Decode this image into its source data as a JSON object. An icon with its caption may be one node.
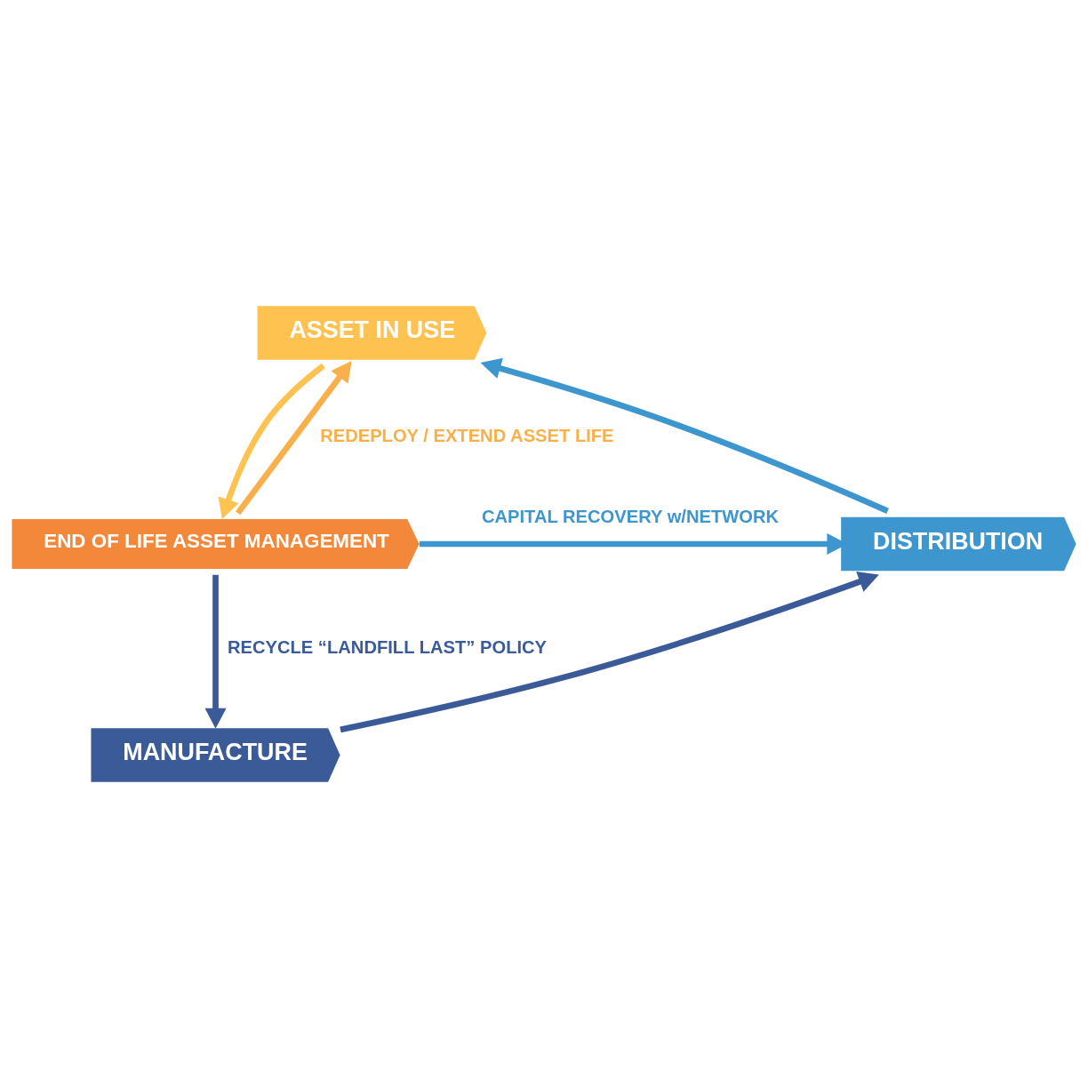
{
  "diagram": {
    "nodes": [
      {
        "text": [
          "ASSET IN USE"
        ]
      },
      {
        "text": [
          "END OF LIFE ASSET MANAGEMENT"
        ]
      },
      {
        "text": [
          "DISTRIBUTION"
        ]
      },
      {
        "text": [
          "MANUFACTURE"
        ]
      }
    ],
    "edges": [
      {
        "from": 3,
        "to": 2,
        "arrow": "to",
        "color": "#3b5b98"
      },
      {
        "from": 2,
        "to": 0,
        "arrow": "to",
        "color": "#3d96cd"
      },
      {
        "from": 0,
        "to": 1,
        "arrow": "to",
        "color": "#fdc24f"
      },
      {
        "from": 1,
        "to": 0,
        "arrow": "to",
        "label": "REDEPLOY / EXTEND ASSET LIFE",
        "color": "#f9b04a"
      },
      {
        "from": 1,
        "to": 2,
        "arrow": "to",
        "label": "CAPITAL RECOVERY w/NETWORK",
        "color": "#3d96cd"
      },
      {
        "from": 1,
        "to": 3,
        "arrow": "to",
        "label": "RECYCLE “LANDFILL LAST” POLICY",
        "color": "#3b5b98"
      }
    ]
  }
}
